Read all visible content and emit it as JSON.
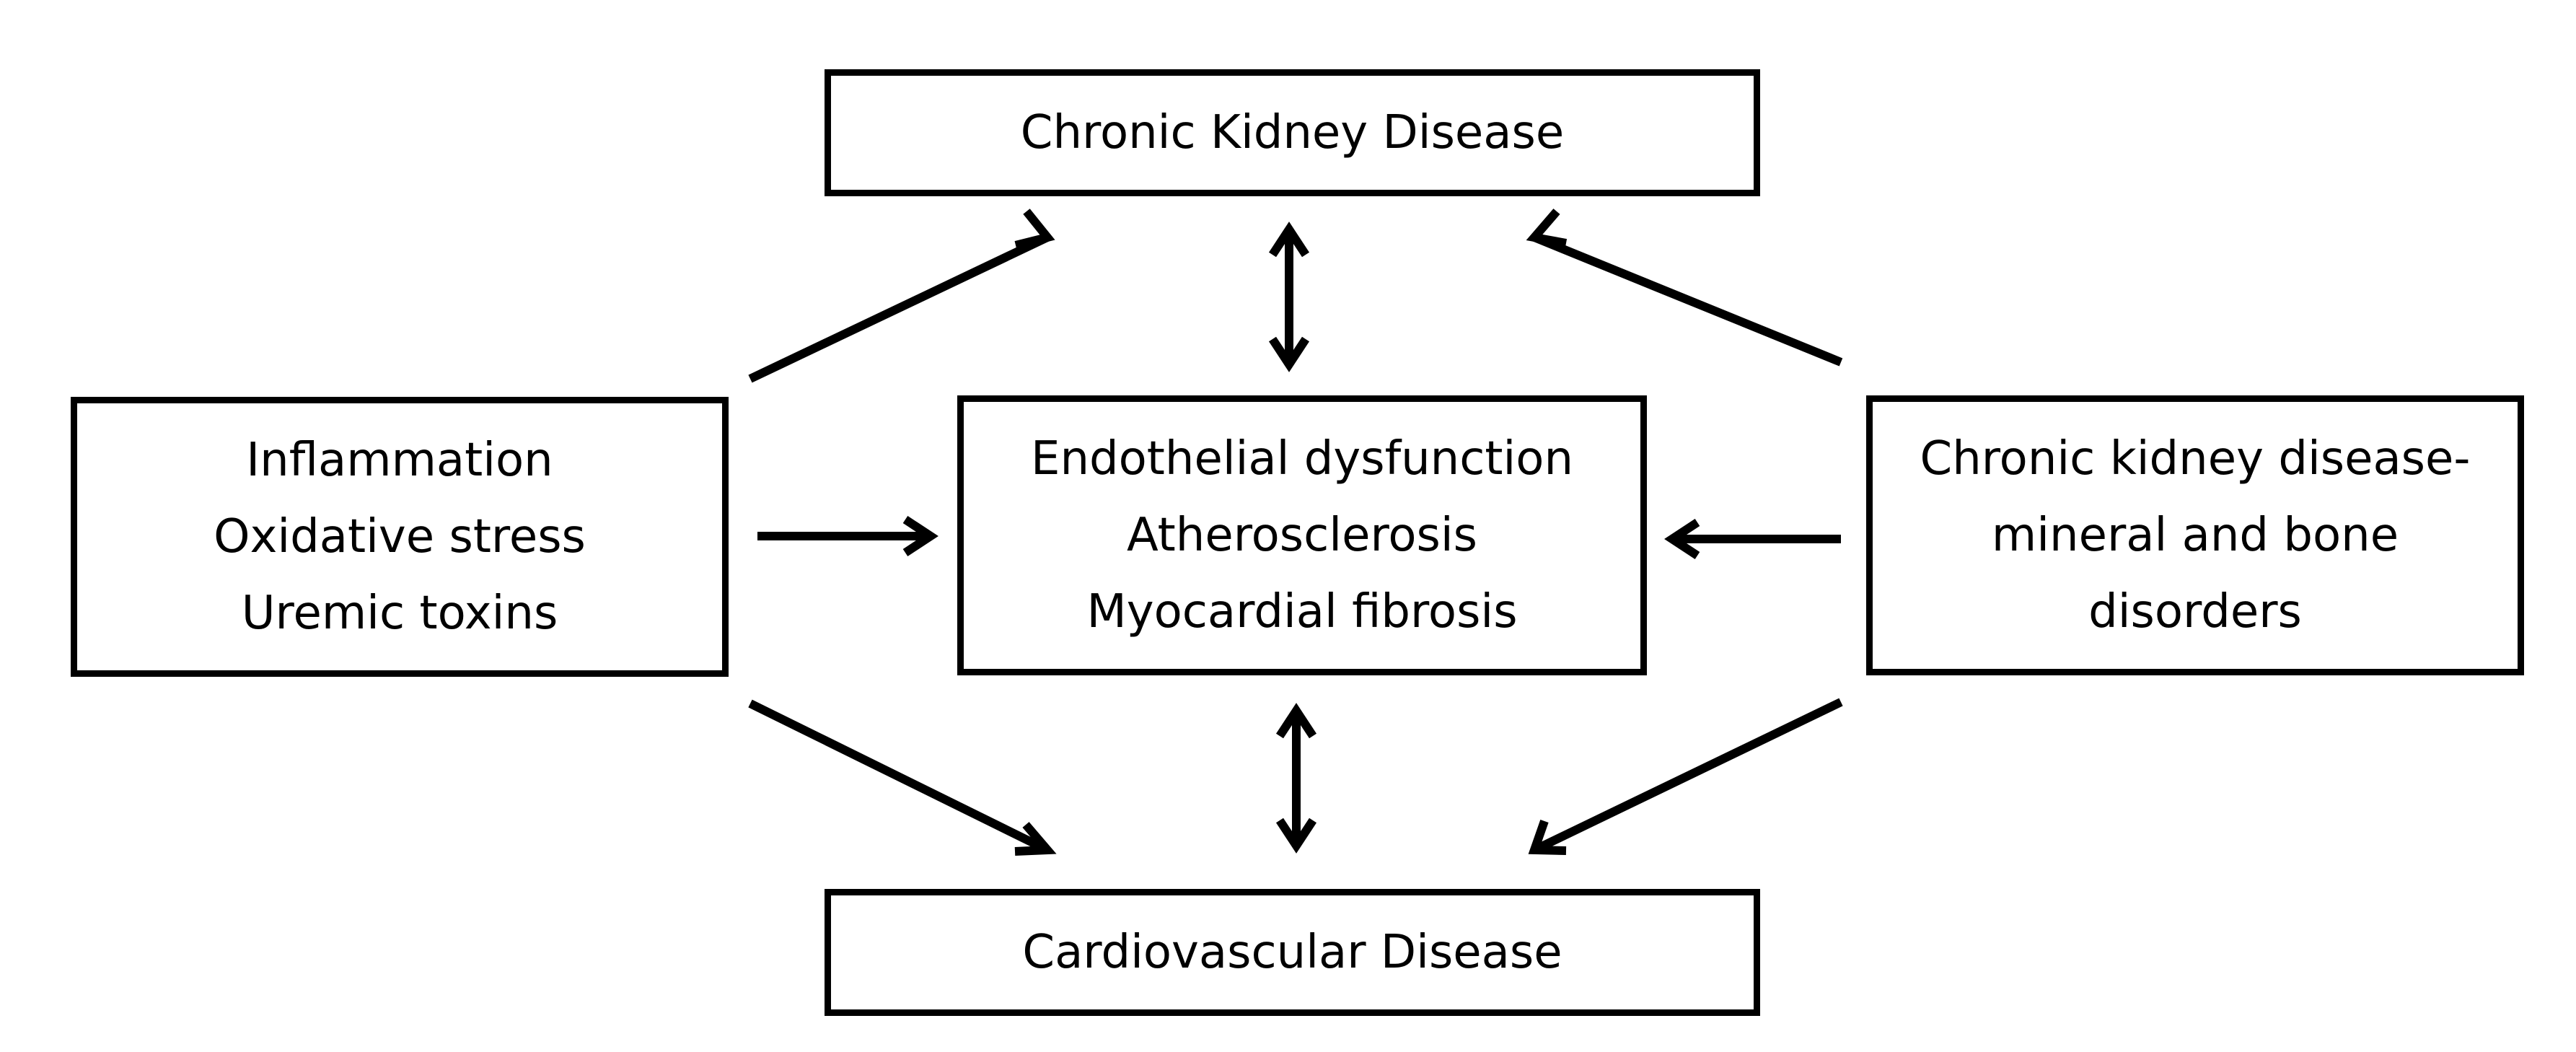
{
  "boxes": {
    "ckd": {
      "lines": [
        "Chronic Kidney Disease"
      ]
    },
    "cvd": {
      "lines": [
        "Cardiovascular Disease"
      ]
    },
    "risk_factors": {
      "lines": [
        "Inflammation",
        "Oxidative stress",
        "Uremic toxins"
      ]
    },
    "mechanisms": {
      "lines": [
        "Endothelial dysfunction",
        "Atherosclerosis",
        "Myocardial fibrosis"
      ]
    },
    "ckd_mbd": {
      "lines": [
        "Chronic kidney disease-",
        "mineral and bone",
        "disorders"
      ]
    }
  },
  "arrows": [
    {
      "name": "arrow-risk-to-ckd",
      "from": "risk_factors",
      "to": "ckd",
      "bidirectional": false
    },
    {
      "name": "arrow-risk-to-mechanisms",
      "from": "risk_factors",
      "to": "mechanisms",
      "bidirectional": false
    },
    {
      "name": "arrow-risk-to-cvd",
      "from": "risk_factors",
      "to": "cvd",
      "bidirectional": false
    },
    {
      "name": "arrow-mbd-to-ckd",
      "from": "ckd_mbd",
      "to": "ckd",
      "bidirectional": false
    },
    {
      "name": "arrow-mbd-to-mechanisms",
      "from": "ckd_mbd",
      "to": "mechanisms",
      "bidirectional": false
    },
    {
      "name": "arrow-mbd-to-cvd",
      "from": "ckd_mbd",
      "to": "cvd",
      "bidirectional": false
    },
    {
      "name": "arrow-ckd-mechanisms",
      "from": "ckd",
      "to": "mechanisms",
      "bidirectional": true
    },
    {
      "name": "arrow-mechanisms-cvd",
      "from": "mechanisms",
      "to": "cvd",
      "bidirectional": true
    }
  ],
  "colors": {
    "stroke": "#000000",
    "background": "#ffffff"
  }
}
